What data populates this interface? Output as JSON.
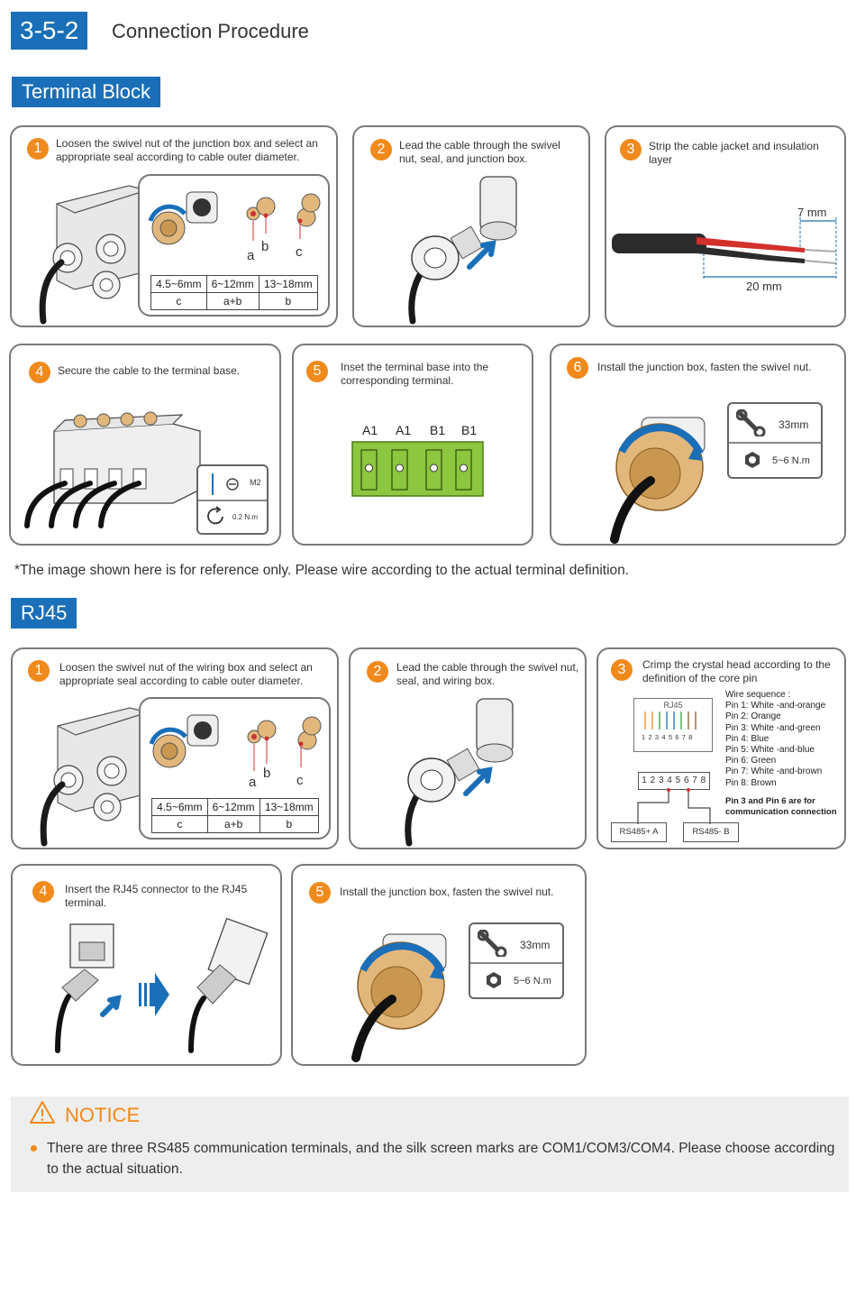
{
  "header": {
    "section_number": "3-5-2",
    "title": "Connection Procedure"
  },
  "terminal_block": {
    "heading": "Terminal Block",
    "steps": [
      {
        "num": "1",
        "text": "Loosen the swivel nut of the junction box and select an appropriate seal according to cable outer diameter."
      },
      {
        "num": "2",
        "text": "Lead the cable through the swivel nut, seal, and junction box."
      },
      {
        "num": "3",
        "text": "Strip the cable jacket and insulation layer"
      },
      {
        "num": "4",
        "text": "Secure the cable to the terminal base."
      },
      {
        "num": "5",
        "text": "Inset the terminal base into the corresponding terminal."
      },
      {
        "num": "6",
        "text": "Install the junction box, fasten the swivel nut."
      }
    ],
    "seal_labels": [
      "a",
      "b",
      "c"
    ],
    "seal_table": {
      "sizes": [
        "4.5~6mm",
        "6~12mm",
        "13~18mm"
      ],
      "seals": [
        "c",
        "a+b",
        "b"
      ]
    },
    "strip_short": "7 mm",
    "strip_long": "20 mm",
    "screw_size": "M2",
    "screw_torque": "0.2 N.m",
    "terminal_labels": [
      "A1",
      "A1",
      "B1",
      "B1"
    ],
    "wrench_size": "33mm",
    "nut_torque": "5~6 N.m"
  },
  "note": "*The image shown here is for reference only. Please wire according to the actual terminal definition.",
  "rj45": {
    "heading": "RJ45",
    "steps": [
      {
        "num": "1",
        "text": "Loosen the swivel nut of the wiring box and select an appropriate seal according to cable outer diameter."
      },
      {
        "num": "2",
        "text": "Lead the cable through the swivel nut, seal, and wiring box."
      },
      {
        "num": "3",
        "text": "Crimp the crystal head according to the definition of the core pin"
      },
      {
        "num": "4",
        "text": "Insert the RJ45 connector to the RJ45 terminal."
      },
      {
        "num": "5",
        "text": "Install the junction box, fasten the swivel nut."
      }
    ],
    "seal_labels": [
      "a",
      "b",
      "c"
    ],
    "seal_table": {
      "sizes": [
        "4.5~6mm",
        "6~12mm",
        "13~18mm"
      ],
      "seals": [
        "c",
        "a+b",
        "b"
      ]
    },
    "jack_label": "RJ45",
    "jack_pins": "1 2 3 4 5 6 7 8",
    "plug_pins": "1 2 3 4 5 6 7 8",
    "wire_sequence_title": "Wire sequence :",
    "wire_sequence": [
      "Pin 1: White -and-orange",
      "Pin 2: Orange",
      "Pin 3: White -and-green",
      "Pin 4: Blue",
      "Pin 5: White -and-blue",
      "Pin 6: Green",
      "Pin 7: White -and-brown",
      "Pin 8: Brown"
    ],
    "pin_note": "Pin 3 and Pin 6 are for communication connection",
    "rs485_a": "RS485+ A",
    "rs485_b": "RS485- B",
    "wrench_size": "33mm",
    "nut_torque": "5~6 N.m"
  },
  "notice": {
    "title": "NOTICE",
    "text": "There are three RS485 communication terminals, and the silk screen marks are COM1/COM3/COM4. Please choose according to the actual situation."
  },
  "colors": {
    "accent_blue": "#1a6fb8",
    "step_orange": "#f08a1c",
    "terminal_green": "#8dc63f"
  }
}
